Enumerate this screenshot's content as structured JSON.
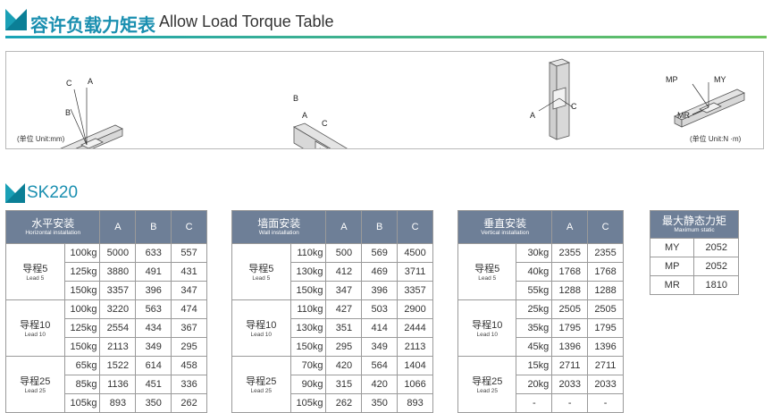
{
  "header": {
    "title_cn": "容许负载力矩表",
    "title_en": "Allow Load Torque Table"
  },
  "diagrams": {
    "unit_left": "(单位 Unit:mm)",
    "unit_right": "(单位 Unit:N ·m)",
    "fig1": {
      "a": "A",
      "b": "B",
      "c": "C"
    },
    "fig2": {
      "a": "A",
      "b": "B",
      "c": "C"
    },
    "fig3": {
      "a": "A",
      "c": "C"
    },
    "fig4": {
      "mp": "MP",
      "my": "MY",
      "mr": "MR"
    }
  },
  "section": {
    "title": "SK220"
  },
  "tables": [
    {
      "header_cn": "水平安装",
      "header_en": "Horizontal installation",
      "cols": [
        "A",
        "B",
        "C"
      ],
      "groups": [
        {
          "lead_cn": "导程5",
          "lead_en": "Lead 5",
          "rows": [
            {
              "load": "100kg",
              "vals": [
                "5000",
                "633",
                "557"
              ]
            },
            {
              "load": "125kg",
              "vals": [
                "3880",
                "491",
                "431"
              ]
            },
            {
              "load": "150kg",
              "vals": [
                "3357",
                "396",
                "347"
              ]
            }
          ]
        },
        {
          "lead_cn": "导程10",
          "lead_en": "Lead 10",
          "rows": [
            {
              "load": "100kg",
              "vals": [
                "3220",
                "563",
                "474"
              ]
            },
            {
              "load": "125kg",
              "vals": [
                "2554",
                "434",
                "367"
              ]
            },
            {
              "load": "150kg",
              "vals": [
                "2113",
                "349",
                "295"
              ]
            }
          ]
        },
        {
          "lead_cn": "导程25",
          "lead_en": "Lead 25",
          "rows": [
            {
              "load": "65kg",
              "vals": [
                "1522",
                "614",
                "458"
              ]
            },
            {
              "load": "85kg",
              "vals": [
                "1136",
                "451",
                "336"
              ]
            },
            {
              "load": "105kg",
              "vals": [
                "893",
                "350",
                "262"
              ]
            }
          ]
        }
      ]
    },
    {
      "header_cn": "墙面安装",
      "header_en": "Wall installation",
      "cols": [
        "A",
        "B",
        "C"
      ],
      "groups": [
        {
          "lead_cn": "导程5",
          "lead_en": "Lead 5",
          "rows": [
            {
              "load": "110kg",
              "vals": [
                "500",
                "569",
                "4500"
              ]
            },
            {
              "load": "130kg",
              "vals": [
                "412",
                "469",
                "3711"
              ]
            },
            {
              "load": "150kg",
              "vals": [
                "347",
                "396",
                "3357"
              ]
            }
          ]
        },
        {
          "lead_cn": "导程10",
          "lead_en": "Lead 10",
          "rows": [
            {
              "load": "110kg",
              "vals": [
                "427",
                "503",
                "2900"
              ]
            },
            {
              "load": "130kg",
              "vals": [
                "351",
                "414",
                "2444"
              ]
            },
            {
              "load": "150kg",
              "vals": [
                "295",
                "349",
                "2113"
              ]
            }
          ]
        },
        {
          "lead_cn": "导程25",
          "lead_en": "Lead 25",
          "rows": [
            {
              "load": "70kg",
              "vals": [
                "420",
                "564",
                "1404"
              ]
            },
            {
              "load": "90kg",
              "vals": [
                "315",
                "420",
                "1066"
              ]
            },
            {
              "load": "105kg",
              "vals": [
                "262",
                "350",
                "893"
              ]
            }
          ]
        }
      ]
    },
    {
      "header_cn": "垂直安装",
      "header_en": "Vertical installation",
      "cols": [
        "A",
        "C"
      ],
      "groups": [
        {
          "lead_cn": "导程5",
          "lead_en": "Lead 5",
          "rows": [
            {
              "load": "30kg",
              "vals": [
                "2355",
                "2355"
              ]
            },
            {
              "load": "40kg",
              "vals": [
                "1768",
                "1768"
              ]
            },
            {
              "load": "55kg",
              "vals": [
                "1288",
                "1288"
              ]
            }
          ]
        },
        {
          "lead_cn": "导程10",
          "lead_en": "Lead 10",
          "rows": [
            {
              "load": "25kg",
              "vals": [
                "2505",
                "2505"
              ]
            },
            {
              "load": "35kg",
              "vals": [
                "1795",
                "1795"
              ]
            },
            {
              "load": "45kg",
              "vals": [
                "1396",
                "1396"
              ]
            }
          ]
        },
        {
          "lead_cn": "导程25",
          "lead_en": "Lead 25",
          "rows": [
            {
              "load": "15kg",
              "vals": [
                "2711",
                "2711"
              ]
            },
            {
              "load": "20kg",
              "vals": [
                "2033",
                "2033"
              ]
            },
            {
              "load": "-",
              "vals": [
                "-",
                "-"
              ]
            }
          ]
        }
      ]
    }
  ],
  "static_table": {
    "header_cn": "最大静态力矩",
    "header_en": "Maximum static",
    "rows": [
      {
        "label": "MY",
        "value": "2052"
      },
      {
        "label": "MP",
        "value": "2052"
      },
      {
        "label": "MR",
        "value": "1810"
      }
    ]
  },
  "colors": {
    "accent": "#1a8fb0",
    "table_header": "#6e7f97",
    "line_start": "#19a3b7",
    "line_end": "#6cc35b"
  }
}
